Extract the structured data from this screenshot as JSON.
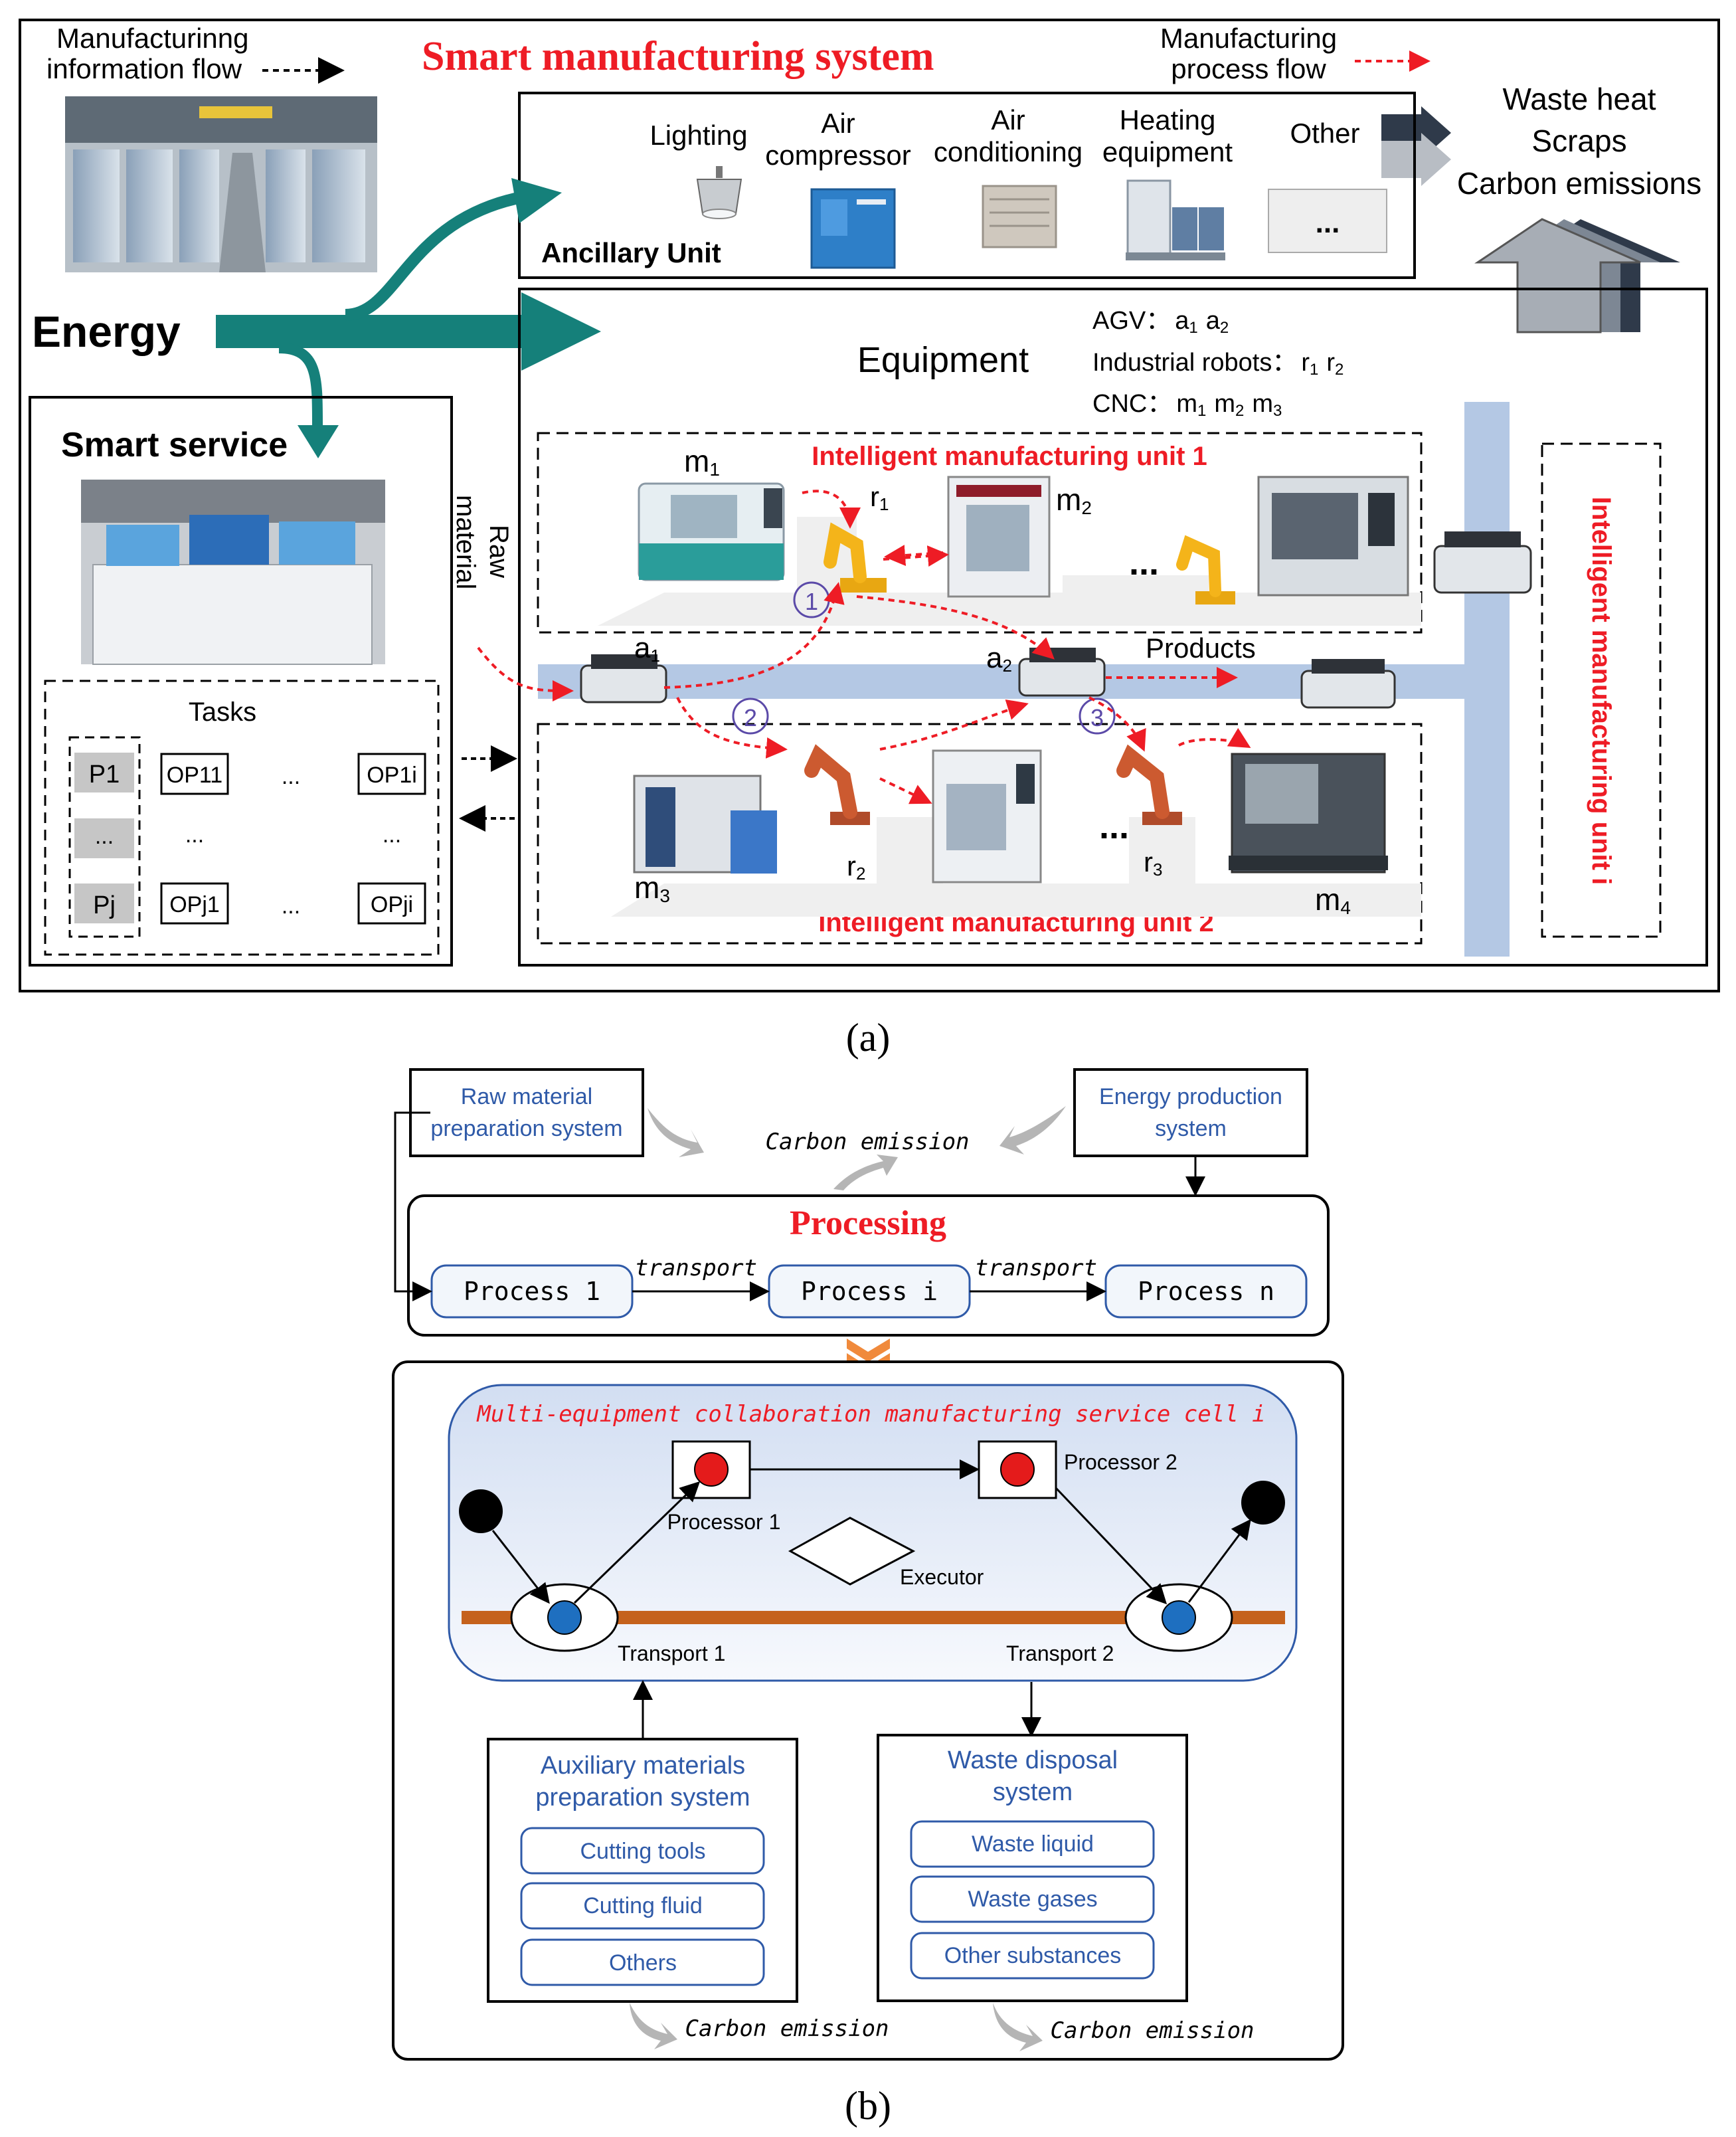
{
  "panel_a": {
    "title": "Smart manufacturing system",
    "info_flow_line1": "Manufacturinng",
    "info_flow_line2": "information  flow",
    "process_flow_line1": "Manufacturing",
    "process_flow_line2": "process flow",
    "waste_outputs": [
      "Waste heat",
      "Scraps",
      "Carbon emissions"
    ],
    "energy": "Energy",
    "ancillary_unit": "Ancillary Unit",
    "ancillary_items": [
      {
        "line1": "Lighting",
        "line2": ""
      },
      {
        "line1": "Air",
        "line2": "compressor"
      },
      {
        "line1": "Air",
        "line2": "conditioning"
      },
      {
        "line1": "Heating",
        "line2": "equipment"
      },
      {
        "line1": "Other",
        "line2": ""
      }
    ],
    "other_ellipsis": "...",
    "equipment": "Equipment",
    "agv_label": "AGV：",
    "agv_values": [
      "a",
      "1",
      "a",
      "2"
    ],
    "robots_label": "Industrial robots：",
    "robots_values": [
      "r",
      "1",
      "r",
      "2"
    ],
    "cnc_label": "CNC：",
    "cnc_values": [
      "m",
      "1",
      "m",
      "2",
      "m",
      "3"
    ],
    "unit1": "Intelligent manufacturing unit 1",
    "unit2": "Intelligent manufacturing unit 2",
    "unit_i": "Intelligent manufacturing unit i",
    "smart_service": "Smart service",
    "raw_line1": "Raw",
    "raw_line2": "material",
    "products": "Products",
    "tasks": "Tasks",
    "task_rows": [
      {
        "p": "P1",
        "op_first": "OP11",
        "mid": "...",
        "op_last": "OP1i"
      },
      {
        "p": "...",
        "op_first": "...",
        "mid": "",
        "op_last": "..."
      },
      {
        "p": "Pj",
        "op_first": "OPj1",
        "mid": "...",
        "op_last": "OPji"
      }
    ],
    "machine_labels": {
      "m1": "m1",
      "m2": "m2",
      "m3": "m3",
      "m4": "m4",
      "r1": "r1",
      "r2": "r2",
      "r3": "r3",
      "a1": "a1",
      "a2": "a2"
    },
    "steps": [
      "1",
      "2",
      "3"
    ],
    "ellipsis": "...",
    "caption": "(a)"
  },
  "panel_b": {
    "raw_material_system": [
      "Raw material",
      "preparation system"
    ],
    "energy_system": [
      "Energy production",
      "system"
    ],
    "carbon_emission": "Carbon  emission",
    "processing": "Processing",
    "processes": [
      "Process 1",
      "Process i",
      "Process n"
    ],
    "transport_label": "transport",
    "cell_title": "Multi-equipment  collaboration  manufacturing  service  cell  i",
    "processor1": "Processor 1",
    "processor2": "Processor 2",
    "executor": "Executor",
    "transport1": "Transport 1",
    "transport2": "Transport 2",
    "aux_system": [
      "Auxiliary materials",
      "preparation system"
    ],
    "aux_items": [
      "Cutting tools",
      "Cutting fluid",
      "Others"
    ],
    "waste_system": [
      "Waste disposal",
      "system"
    ],
    "waste_items": [
      "Waste liquid",
      "Waste gases",
      "Other substances"
    ],
    "caption": "(b)"
  },
  "colors": {
    "red_title": "#ee1c25",
    "teal": "#15807a",
    "blue_text": "#2f5aa8",
    "rail": "#b4c8e4",
    "orange_track": "#c5621c",
    "node_red": "#e41b1b",
    "node_blue": "#1e6fc0",
    "chevron": "#f08a3c"
  }
}
